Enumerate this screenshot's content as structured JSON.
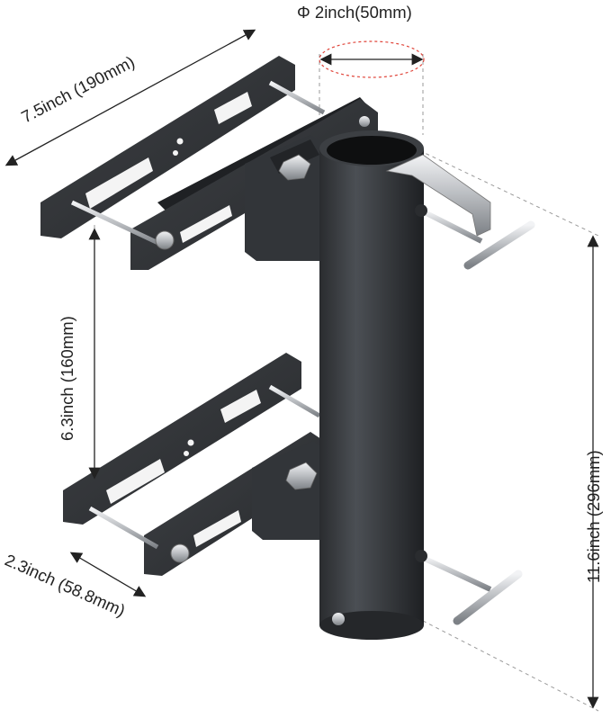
{
  "dimensions": {
    "pole_diameter": "Φ 2inch(50mm)",
    "bracket_width": "7.5inch (190mm)",
    "bracket_spacing": "6.3inch (160mm)",
    "overall_height": "11.6inch (296mm)",
    "bracket_depth": "2.3inch (58.8mm)"
  },
  "colors": {
    "steel_dark": "#2b2d30",
    "steel_mid": "#3d4044",
    "steel_light": "#5a5e63",
    "chrome": "#c9ccd0",
    "dimension_line": "#222222",
    "guide_line": "#9a9a9a",
    "accent_red": "#e0453a"
  },
  "icons": [
    "mounting-bracket",
    "pole-sleeve",
    "t-handle-screw",
    "u-bolt-rod"
  ]
}
